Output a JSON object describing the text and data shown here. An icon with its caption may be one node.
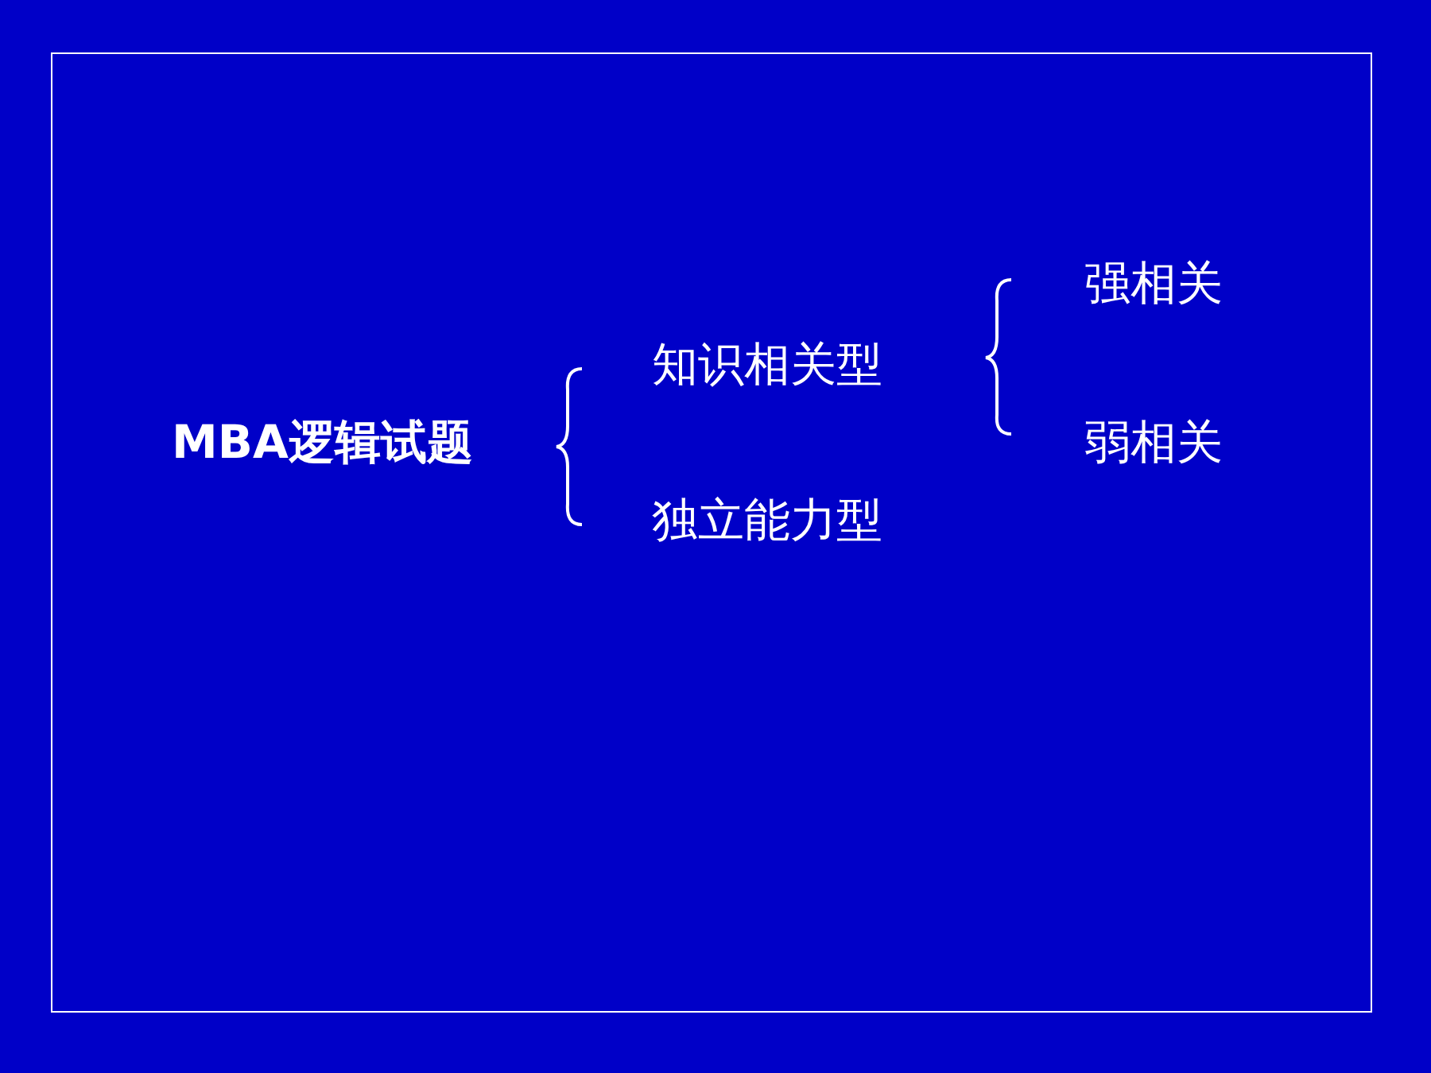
{
  "diagram": {
    "nodes": [
      {
        "text": [
          "MBA逻辑试题"
        ]
      },
      {
        "text": [
          "知识相关型"
        ]
      },
      {
        "text": [
          "独立能力型"
        ]
      },
      {
        "text": [
          "强相关"
        ]
      },
      {
        "text": [
          "弱相关"
        ]
      }
    ]
  }
}
